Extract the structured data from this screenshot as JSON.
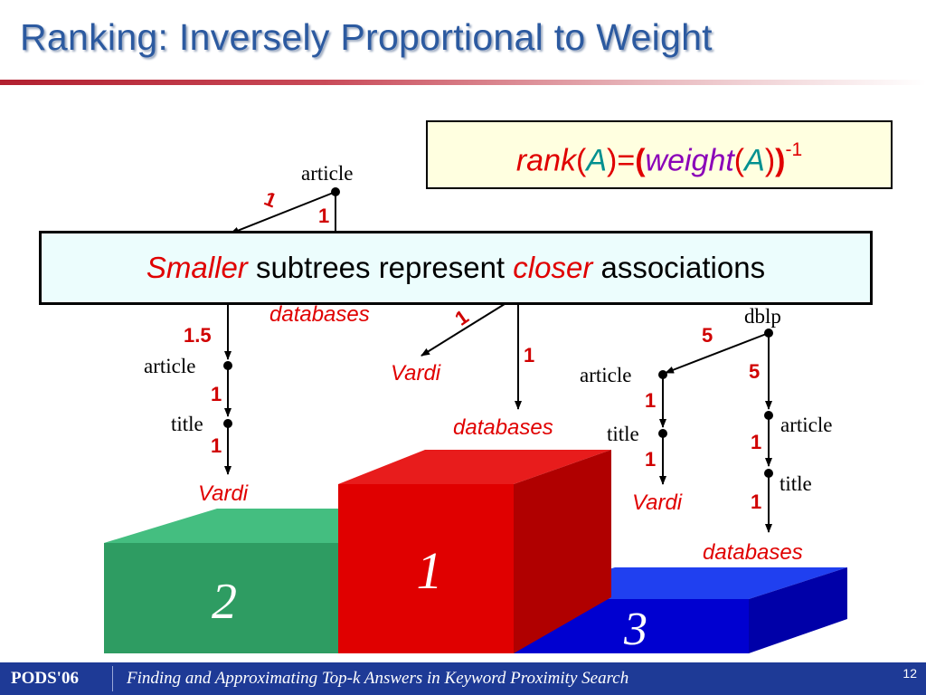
{
  "slide": {
    "title": "Ranking: Inversely Proportional to Weight",
    "formula": {
      "rank": "rank",
      "open1": "(",
      "A1": "A",
      "close1": ")",
      "eq": "=",
      "open2": "(",
      "weight": "weight",
      "open3": "(",
      "A2": "A",
      "close3": ")",
      "close2": ")",
      "exp": "-1"
    },
    "caption": {
      "w1": "Smaller",
      "t1": " subtrees represent ",
      "w2": "closer",
      "t2": " associations"
    }
  },
  "trees": {
    "left": {
      "root": "article",
      "top_edge_left": "1",
      "top_edge_right": "1",
      "left_branch_edge": "1.5",
      "node_article": "article",
      "edge_article_title": "1",
      "node_title": "title",
      "edge_title_leaf": "1",
      "leaf": "Vardi",
      "right_leaf": "databases"
    },
    "middle": {
      "edge_left": "1",
      "edge_right": "1",
      "leaf_left": "Vardi",
      "leaf_right": "databases"
    },
    "right": {
      "root": "dblp",
      "edge_root_left": "5",
      "edge_root_right": "5",
      "left_article": "article",
      "left_edge_article_title": "1",
      "left_title": "title",
      "left_edge_title_leaf": "1",
      "left_leaf": "Vardi",
      "right_article": "article",
      "right_edge_article_title": "1",
      "right_title": "title",
      "right_edge_title_leaf": "1",
      "right_leaf": "databases"
    }
  },
  "podium": [
    {
      "rank": "1",
      "color": "#e00000"
    },
    {
      "rank": "2",
      "color": "#2e9c62"
    },
    {
      "rank": "3",
      "color": "#0000d0"
    }
  ],
  "footer": {
    "venue": "PODS'06",
    "title": "Finding and Approximating Top-k Answers in Keyword Proximity Search",
    "page": "12"
  }
}
